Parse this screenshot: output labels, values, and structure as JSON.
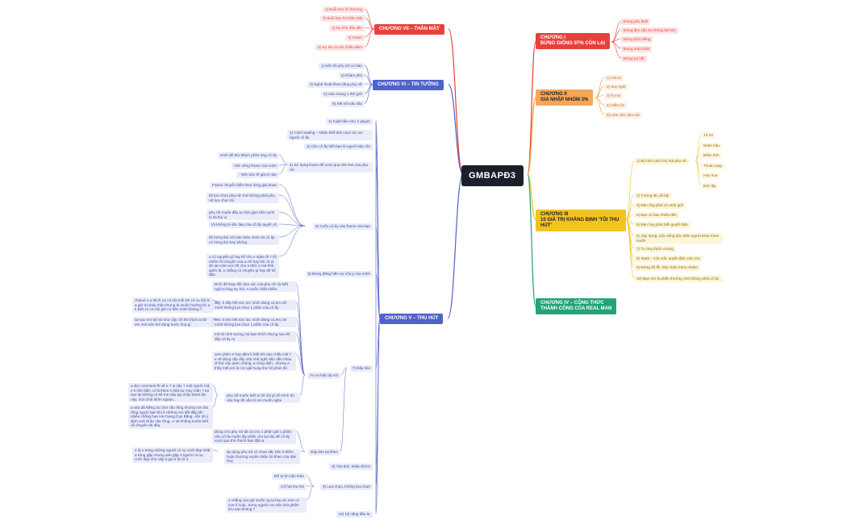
{
  "root": {
    "label": "GMBAPĐ3"
  },
  "colors": {
    "ch1": "#e8403a",
    "ch2": "#f39a3a",
    "ch3": "#f3c321",
    "ch4": "#22a37a",
    "ch5": "#5061c9",
    "ch6": "#5061c9",
    "ch7": "#e8403a"
  },
  "chapters": {
    "ch1": {
      "label": "CHƯƠNG I\nĐỪNG GIỐNG 97% CÒN LẠI",
      "items": [
        "Đừng yếu đuối",
        "Đừng làm cấu be không thể lớn",
        "Đừng lười biếng",
        "Đừng nhút nhát",
        "Đừng sợ hãi"
      ]
    },
    "ch2": {
      "label": "CHƯƠNG II\nGIA NHẬP NHÓM 3%",
      "items": [
        "1) Giá trị",
        "2) Suy nghĩ",
        "3) Tự tin",
        "4) Niềm tin",
        "5) Làm chủ cảm xúc"
      ]
    },
    "ch3": {
      "label": "CHƯƠNG III\n10 GIÁ TRỊ KHẲNG ĐỊNH 'TÔI THU HÚT'",
      "items": [
        "1) Bộ tính cách thu hút phụ nữ",
        "2) Tương tác xã hội",
        "3) Đàn ông phải có ranh giới",
        "4) Bạn có bao nhiêu tiền",
        "5) Đàn ông phải biết quyết định",
        "6) Xây dựng cuộc sống độc thân người khác thèm muốn",
        "7) Tự duy thịnh vượng",
        "8) State – Cột mốc quyết định cảm xúc",
        "9) Đừng đổ lỗi, hãy nhận trách nhiệm",
        "10) Bạn mơ là phần thưởng chứ không phải cố ấy"
      ],
      "traits": [
        "Tự tin",
        "Nhân hậu",
        "Điềm tĩnh",
        "Thoải vọng",
        "Hào hoa",
        "Độc lập"
      ]
    },
    "ch4": {
      "label": "CHƯƠNG IV – CỘNG THỨC\nTHÀNH CÔNG CỦA REAL MAN"
    },
    "ch5": {
      "label": "CHƯƠNG V – THU HÚT",
      "items": [
        "1) Xuất hiện như 1 player",
        "2) Cold reading – Nhận biết tính cách và con người cô ấy",
        "3) Cho cô ấy biết bạn là người bận rộn",
        "4) Sử dụng frame để vượt qua shit test của phụ nữ",
        "5) Cuốn cô ấy vào frame của bạn",
        "6) Đừng đăng hiền sự chú ý của mình",
        "7) Đẩy kéo",
        "8) Tán tỉnh, khiêu khích",
        "9) Lựa chọn, không lựa chọn",
        "10) Kỹ năng đầu tư"
      ],
      "frame_notes": [
        "Đích để thử thách phản ứng cô ấy",
        "Giữ vững frame của mình",
        "- Nên bóc lỡ giá trị nào"
      ],
      "pull_notes": [
        "Frame chuyển biến theo từng giai đoạn",
        "tôi lựa chọn phụ nữ chứ không phải phụ nữ lựa chọn tôi",
        "phụ nữ muốn đầu tư thời gian bên cạnh vì tôi thú vị",
        "tôi không bị sắc đẹp của cô ấy quyến rũ",
        "tôi hứng thú với bản thân mình dù cô ấy có hứng thú hay không",
        "a có nguyên gì hay kể cho e nghe đi ? tôi nhiên rồi chuyện của a chỉ hay khi có ai đó tạo cảm xúc tốt cho a thôi. a mà thôi, quên đi, e chẳng có chuyện gì hay để kể đâu"
      ],
      "pushpull": {
        "branches": [
          "Ăn và hiện lại nói",
          "Đẩy kéo lại khen"
        ],
        "left": [
          "Đích để thay đổi cảm xúc của phụ nữ và biết ngã to lòng sự hài. A muốn nhất nhiều",
          "đẩy: k đẩy hết sức lực mình đang có,em chỉ mình không lựa chọn 1 phần của cô ấy",
          "kéo: k kéo hết sức lực mình đang có,em chỉ mình không lựa chọn 1 phần của cô ấy",
          "mở tả hình tượng mà bạn thích nhưng sau đó đẩy cô ấy ra",
          "xem phim X hay đệm k biết khi nào chiều nhỉ ? e về đúng cấp đẩy nhà nhà nghỉ việc dẫn nhau đi thử vậy quen chúng, a cũng định...nhưng a thấy mệt em là con gái hung thư bổ phim đó",
          "phụ nữ muốn biết ai đó nói gì về mình dù xấu hay tốt vẫn tò mò muốn nghe",
          "đừng cho phụ nữ tất cả cho 1 phần giữ 1 phần nếu cô ấy muốn lấy phần còn lại hãy để cô ấy vượt qua thử thách bạn đặt ra",
          "áp dụng phụ nữ có nhan sắc trên 8 điểm hoặc thường xuyên nhận lời khen của đàn ông"
        ],
        "examples": [
          "chanel u a thích cơ có hội,mỗi khi có ca hội là a giữ nó thật chặt nhưng là muốn hướng thì a k biết có cơ hội giữ nó bên mình không ?",
          "tại sao em lại hỏi như vậy chỉ khi thích ai đó em mới nên hỏi đúng hước hoa gì",
          "a đọc comment fb về e ? ai vậy ? một người mặ e k nên biết, có lả khen e thật sự mọy mắn ? tại sao lại không,có bồ mẹ nấu tay chân kánh lãn này, mới chút khôn ngoan...",
          "a vào đà Nẵng 3x chơi cầu rồng nhưng mà cầu rồng người bạn khi ở những nơi đất đắp phi nhiều chẳng hạn Hà Giang,Cao Bằng...lần tới ý định mới đi ăn cầu rồng...e sẽ không muốn biết về chuyến đó đâu",
          "e là 1 trong những người có nụ cười đẹp nhất a từng gặp nhưng anh gặp 3 người có nụ cười đẹp như vậy à gọi e là cô 3"
        ]
      },
      "choice_notes": [
        "Đỡ tự tin bận thân",
        "Cô hút thu hút",
        "e chẳng cao giá muốn ng ta hay xin mời có con ế hoài...trong người con sốt chút phiền lưu nào không ?"
      ]
    },
    "ch6": {
      "label": "CHƯƠNG VI – TIN TƯỞNG",
      "items": [
        "1) Kết nối phụ nữ cơ bản",
        "2) Khám phá",
        "3) Nghệ thuật khen tặng phụ nữ",
        "4) Hoà chung 1 thế giới",
        "5) Kết nối sâu sắc"
      ]
    },
    "ch7": {
      "label": "CHƯƠNG VII – THÂN MẬT",
      "items": [
        "1) Buổi hẹn hò thường",
        "2) Buổi hẹn hò thân mật",
        "3) Nụ hôn đầu tiên",
        "4) Chạm",
        "5) Sự ẩm ái của chiều đêm"
      ]
    }
  }
}
